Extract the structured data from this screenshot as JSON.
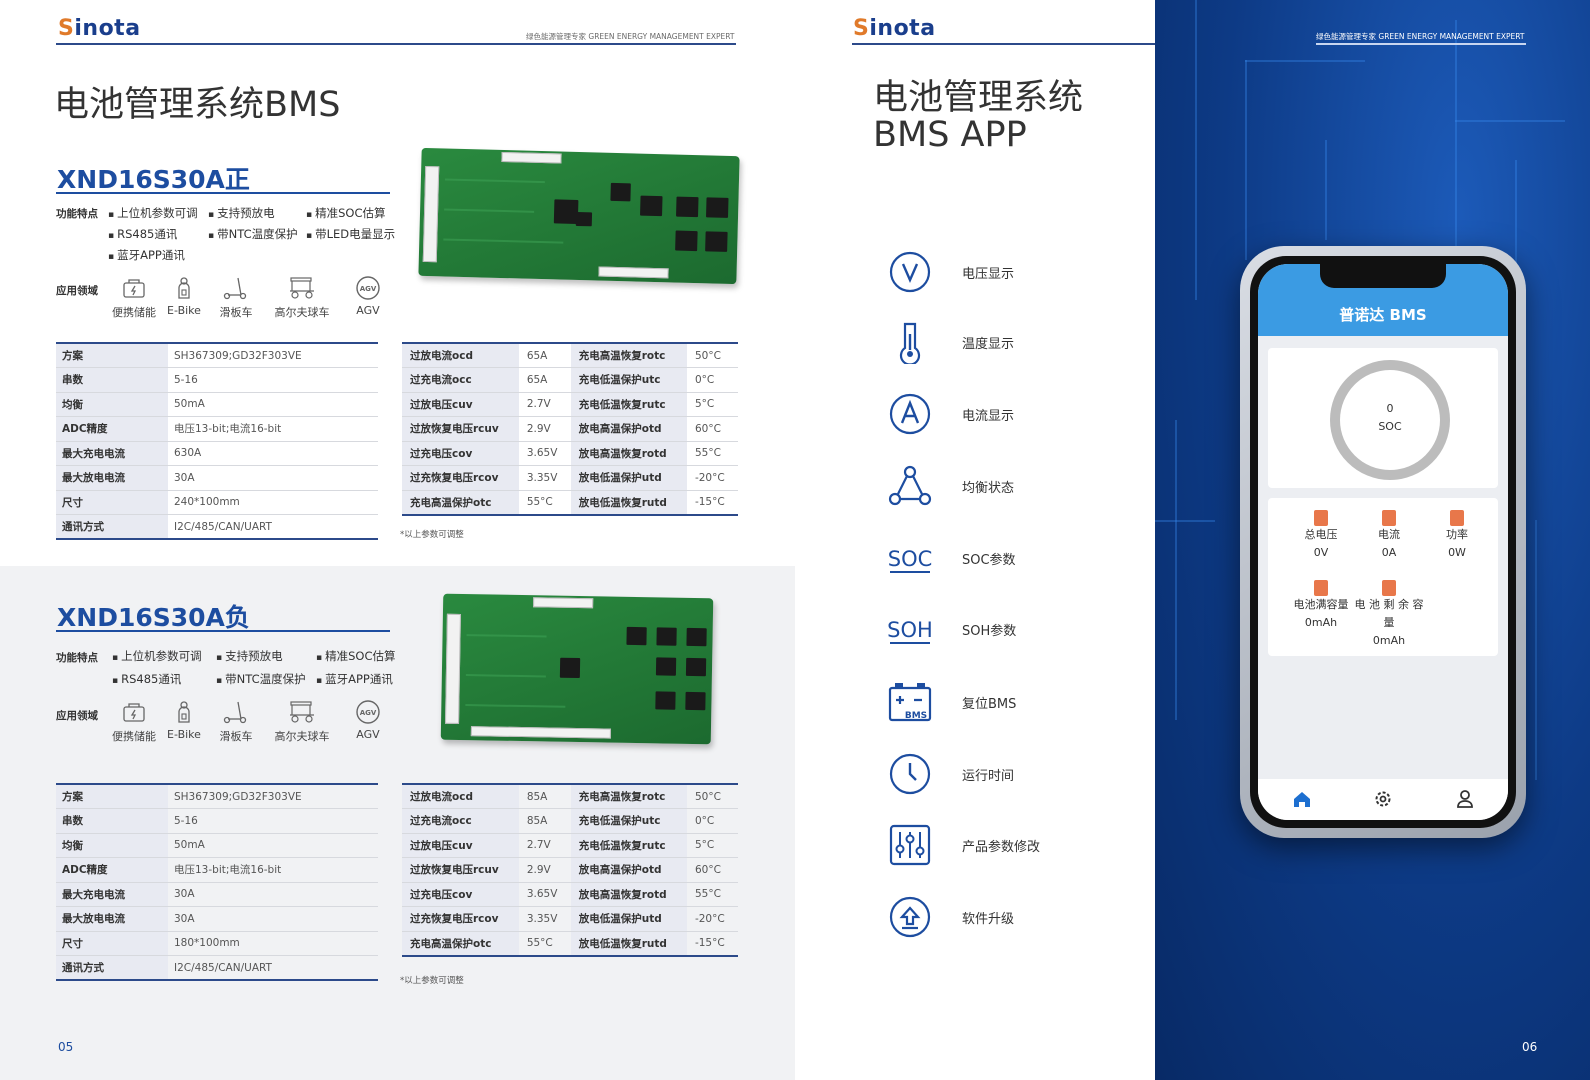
{
  "brand": "Sinota",
  "brand_prefix": "S",
  "brand_rest": "inota",
  "tagline": "绿色能源管理专家 GREEN ENERGY MANAGEMENT EXPERT",
  "left": {
    "title": "电池管理系统BMS",
    "feat_label": "功能特点",
    "app_label": "应用领域",
    "apps": [
      "便携储能",
      "E-Bike",
      "滑板车",
      "高尔夫球车",
      "AGV"
    ],
    "note": "*以上参数可调整",
    "page_number": "05",
    "products": [
      {
        "name": "XND16S30A正",
        "features": [
          "上位机参数可调",
          "支持预放电",
          "精准SOC估算",
          "RS485通讯",
          "带NTC温度保护",
          "带LED电量显示",
          "蓝牙APP通讯"
        ],
        "specs": [
          [
            "方案",
            "SH367309;GD32F303VE"
          ],
          [
            "串数",
            "5-16"
          ],
          [
            "均衡",
            "50mA"
          ],
          [
            "ADC精度",
            "电压13-bit;电流16-bit"
          ],
          [
            "最大充电电流",
            "630A"
          ],
          [
            "最大放电电流",
            "30A"
          ],
          [
            "尺寸",
            "240*100mm"
          ],
          [
            "通讯方式",
            "I2C/485/CAN/UART"
          ]
        ],
        "params": [
          [
            "过放电流ocd",
            "65A",
            "充电高温恢复rotc",
            "50°C"
          ],
          [
            "过充电流occ",
            "65A",
            "充电低温保护utc",
            "0°C"
          ],
          [
            "过放电压cuv",
            "2.7V",
            "充电低温恢复rutc",
            "5°C"
          ],
          [
            "过放恢复电压rcuv",
            "2.9V",
            "放电高温保护otd",
            "60°C"
          ],
          [
            "过充电压cov",
            "3.65V",
            "放电高温恢复rotd",
            "55°C"
          ],
          [
            "过充恢复电压rcov",
            "3.35V",
            "放电低温保护utd",
            "-20°C"
          ],
          [
            "充电高温保护otc",
            "55°C",
            "放电低温恢复rutd",
            "-15°C"
          ]
        ]
      },
      {
        "name": "XND16S30A负",
        "features": [
          "上位机参数可调",
          "支持预放电",
          "精准SOC估算",
          "RS485通讯",
          "带NTC温度保护",
          "蓝牙APP通讯"
        ],
        "specs": [
          [
            "方案",
            "SH367309;GD32F303VE"
          ],
          [
            "串数",
            "5-16"
          ],
          [
            "均衡",
            "50mA"
          ],
          [
            "ADC精度",
            "电压13-bit;电流16-bit"
          ],
          [
            "最大充电电流",
            "30A"
          ],
          [
            "最大放电电流",
            "30A"
          ],
          [
            "尺寸",
            "180*100mm"
          ],
          [
            "通讯方式",
            "I2C/485/CAN/UART"
          ]
        ],
        "params": [
          [
            "过放电流ocd",
            "85A",
            "充电高温恢复rotc",
            "50°C"
          ],
          [
            "过充电流occ",
            "85A",
            "充电低温保护utc",
            "0°C"
          ],
          [
            "过放电压cuv",
            "2.7V",
            "充电低温恢复rutc",
            "5°C"
          ],
          [
            "过放恢复电压rcuv",
            "2.9V",
            "放电高温保护otd",
            "60°C"
          ],
          [
            "过充电压cov",
            "3.65V",
            "放电高温恢复rotd",
            "55°C"
          ],
          [
            "过充恢复电压rcov",
            "3.35V",
            "放电低温保护utd",
            "-20°C"
          ],
          [
            "充电高温保护otc",
            "55°C",
            "放电低温恢复rutd",
            "-15°C"
          ]
        ]
      }
    ]
  },
  "right": {
    "title_line1": "电池管理系统",
    "title_line2": "BMS APP",
    "page_number": "06",
    "features": [
      {
        "icon": "voltage-icon",
        "label": "电压显示"
      },
      {
        "icon": "thermometer-icon",
        "label": "温度显示"
      },
      {
        "icon": "ampere-icon",
        "label": "电流显示"
      },
      {
        "icon": "balance-icon",
        "label": "均衡状态"
      },
      {
        "icon": "soc-icon",
        "label": "SOC参数"
      },
      {
        "icon": "soh-icon",
        "label": "SOH参数"
      },
      {
        "icon": "battery-bms-icon",
        "label": "复位BMS"
      },
      {
        "icon": "clock-icon",
        "label": "运行时间"
      },
      {
        "icon": "sliders-icon",
        "label": "产品参数修改"
      },
      {
        "icon": "upgrade-icon",
        "label": "软件升级"
      }
    ],
    "phone": {
      "app_title": "普诺达 BMS",
      "soc_value": "0",
      "soc_label": "SOC",
      "metrics": [
        {
          "label": "总电压",
          "value": "0V"
        },
        {
          "label": "电流",
          "value": "0A"
        },
        {
          "label": "功率",
          "value": "0W"
        },
        {
          "label": "电池满容量",
          "value": "0mAh"
        },
        {
          "label": "电 池 剩 余 容 量",
          "value": "0mAh"
        }
      ],
      "tabs": [
        "home-icon",
        "settings-icon",
        "user-icon"
      ],
      "accent": "#3b9be3"
    }
  }
}
